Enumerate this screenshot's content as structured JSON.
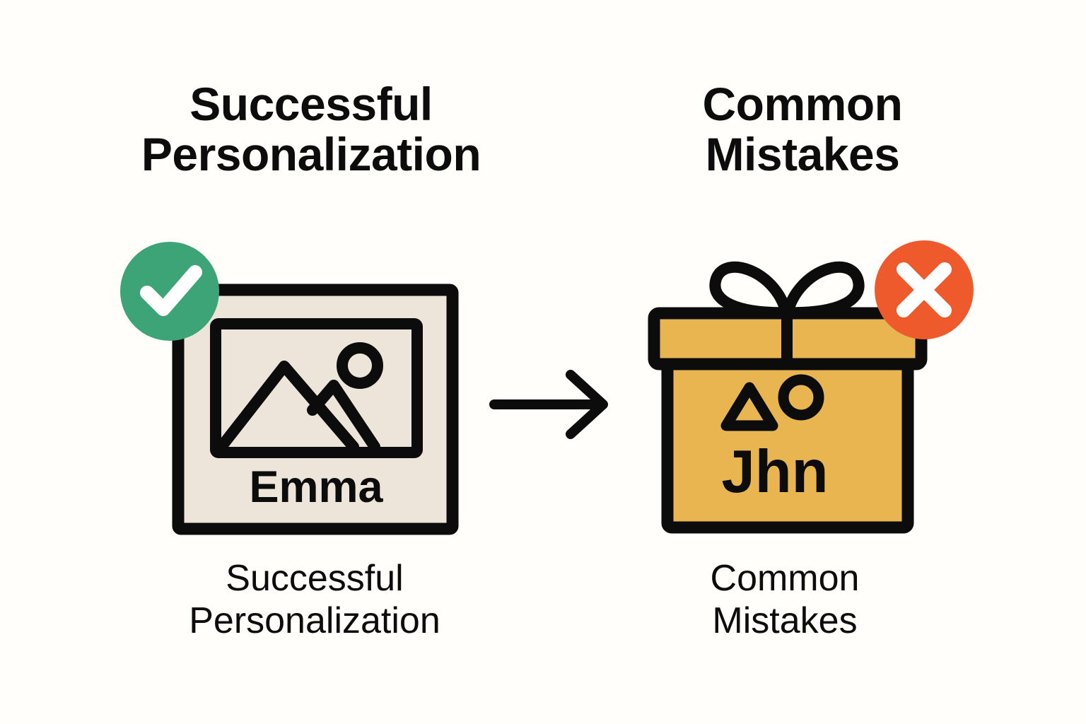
{
  "background_color": "#FFFEFB",
  "palette": {
    "ink": "#0C0C0C",
    "success_green": "#3DA477",
    "error_orange": "#EE5A2B",
    "frame_beige": "#EDE5D9",
    "gift_amber": "#E9B551",
    "white": "#FFFFFF"
  },
  "left_panel": {
    "heading": "Successful\nPersonalization",
    "caption": "Successful\nPersonalization",
    "badge": {
      "icon": "check-circle-icon",
      "color": "#3DA477",
      "mark_color": "#FFFFFF"
    },
    "illustration": {
      "icon": "photo-frame-icon",
      "fill": "#EDE5D9",
      "stroke": "#0C0C0C",
      "inner_icon": "mountain-landscape-icon",
      "label": "Emma"
    }
  },
  "connector": {
    "icon": "arrow-right-icon",
    "color": "#0C0C0C"
  },
  "right_panel": {
    "heading": "Common\nMistakes",
    "caption": "Common\nMistakes",
    "badge": {
      "icon": "x-circle-icon",
      "color": "#EE5A2B",
      "mark_color": "#FFFFFF"
    },
    "illustration": {
      "icon": "gift-box-icon",
      "fill": "#E9B551",
      "stroke": "#0C0C0C",
      "glyph_symbols": "broken-glyph-triangle-circle",
      "label": "Jhn"
    }
  }
}
